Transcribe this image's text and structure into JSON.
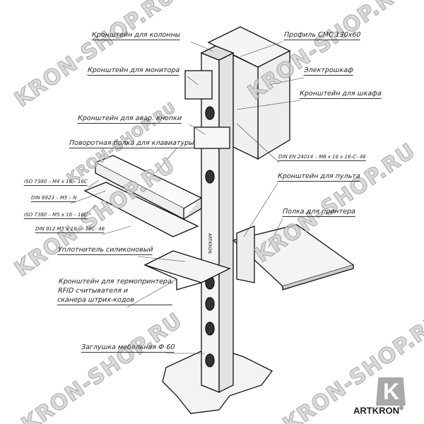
{
  "labels": {
    "column_bracket": "Кронштейн для колонны",
    "profile": "Профиль CMC 130x60",
    "monitor_bracket": "Кронштейн для монитора",
    "cabinet": "Электрошкаф",
    "cabinet_bracket": "Кронштейн для шкафа",
    "emergency_button_bracket": "Кронштейн для авар. кнопки",
    "keyboard_shelf": "Поворотная полка для клавиатуры",
    "iso_m4": "ISO 7380 – M4 x 16 – 16C",
    "din_6923": "DIN 6923 – M5 – N",
    "iso_m5": "ISO 7380 – M5 x 16 – 16C",
    "din_912": "DIN 912 M5 x 16 --- 16C- 46",
    "din_en": "DIN EN 24014 – M8 x 16 x 16-C- 46",
    "console_bracket": "Кронштейн для пульта",
    "printer_shelf": "Полка для принтера",
    "silicone_seal": "Уплотнитель силиконовый",
    "printer_bracket": [
      "Кронштейн для термопринтера,",
      "RFID считывателя и",
      "сканера штрих-кодов"
    ],
    "furniture_plug": "Заглушка мебельная Ф 60"
  },
  "column_marking": "ARTKRON",
  "watermark": "KRON-SHOP.RU",
  "logo": {
    "letter": "K",
    "brand": "ARTKRON",
    "registered": "®"
  }
}
